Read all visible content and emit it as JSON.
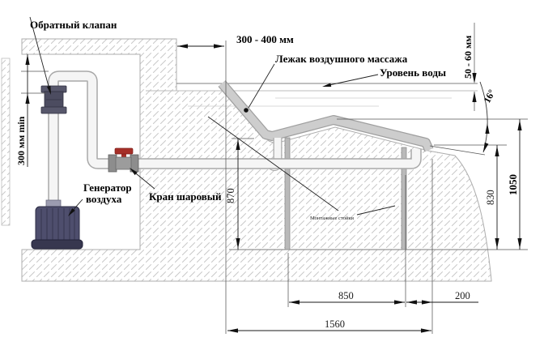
{
  "labels": {
    "check_valve": "Обратный клапан",
    "air_generator_line1": "Генератор",
    "air_generator_line2": "воздуха",
    "ball_valve": "Кран шаровый",
    "lounger": "Лежак воздушного массажа",
    "water_level": "Уровень воды",
    "mounting_stands": "Монтажные стойки"
  },
  "dimensions": {
    "wall_to_lounger": "300 - 400 мм",
    "water_above_lounger": "50 - 60 мм",
    "incline_angle": "16°",
    "loop_height_min": "300 мм min",
    "seat_height": "870",
    "foot_height": "830",
    "overall_height": "1050",
    "stand_span": "850",
    "edge_offset": "200",
    "overall_length": "1560"
  },
  "colors": {
    "valve_handle": "#a62f28",
    "equipment_body": "#4e4e6d",
    "lounger_fill": "#cdcdcd",
    "concrete_hatch": "#c9c9c9",
    "line": "#1a1a1a"
  }
}
